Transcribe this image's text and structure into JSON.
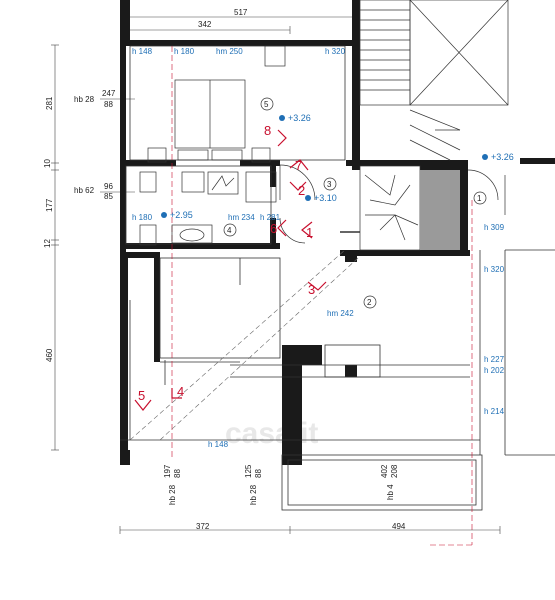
{
  "dimensions": {
    "top_width": "517",
    "top_inner": "342",
    "h281": "281",
    "h10": "10",
    "h177": "177",
    "h12": "12",
    "h460": "460",
    "bottom_left": "372",
    "bottom_right": "494",
    "hb28_top": "hb 28",
    "hb28_top_a": "247",
    "hb28_top_b": "88",
    "hb62": "hb 62",
    "hb62_a": "96",
    "hb62_b": "85",
    "bottom_v1": [
      "197",
      "88",
      "hb 28"
    ],
    "bottom_v2": [
      "125",
      "88",
      "hb 28"
    ],
    "bottom_v3": [
      "402",
      "208",
      "hb 4"
    ]
  },
  "heights": {
    "h148_top": "h 148",
    "h180_top": "h 180",
    "hm250": "hm 250",
    "h320_top": "h 320",
    "h180_mid": "h 180",
    "hm234": "hm 234",
    "h281": "h 281",
    "h309": "h 309",
    "h320_right": "h 320",
    "hm242": "hm 242",
    "h227": "h 227",
    "h202": "h 202",
    "h214": "h 214",
    "h148_bottom": "h 148"
  },
  "levels": {
    "lvl_326_a": "+3.26",
    "lvl_326_b": "+3.26",
    "lvl_310": "+3.10",
    "lvl_295": "+2.95"
  },
  "rooms": [
    "5",
    "3",
    "4",
    "1",
    "2"
  ],
  "markers": [
    "8",
    "7",
    "2",
    "6",
    "1",
    "3",
    "5",
    "4"
  ],
  "watermark": "casa.it",
  "colors": {
    "wall": "#1a1a1a",
    "marker": "#c8102e",
    "blue": "#1f6fb5",
    "stair_fill": "#9a9a9a"
  }
}
